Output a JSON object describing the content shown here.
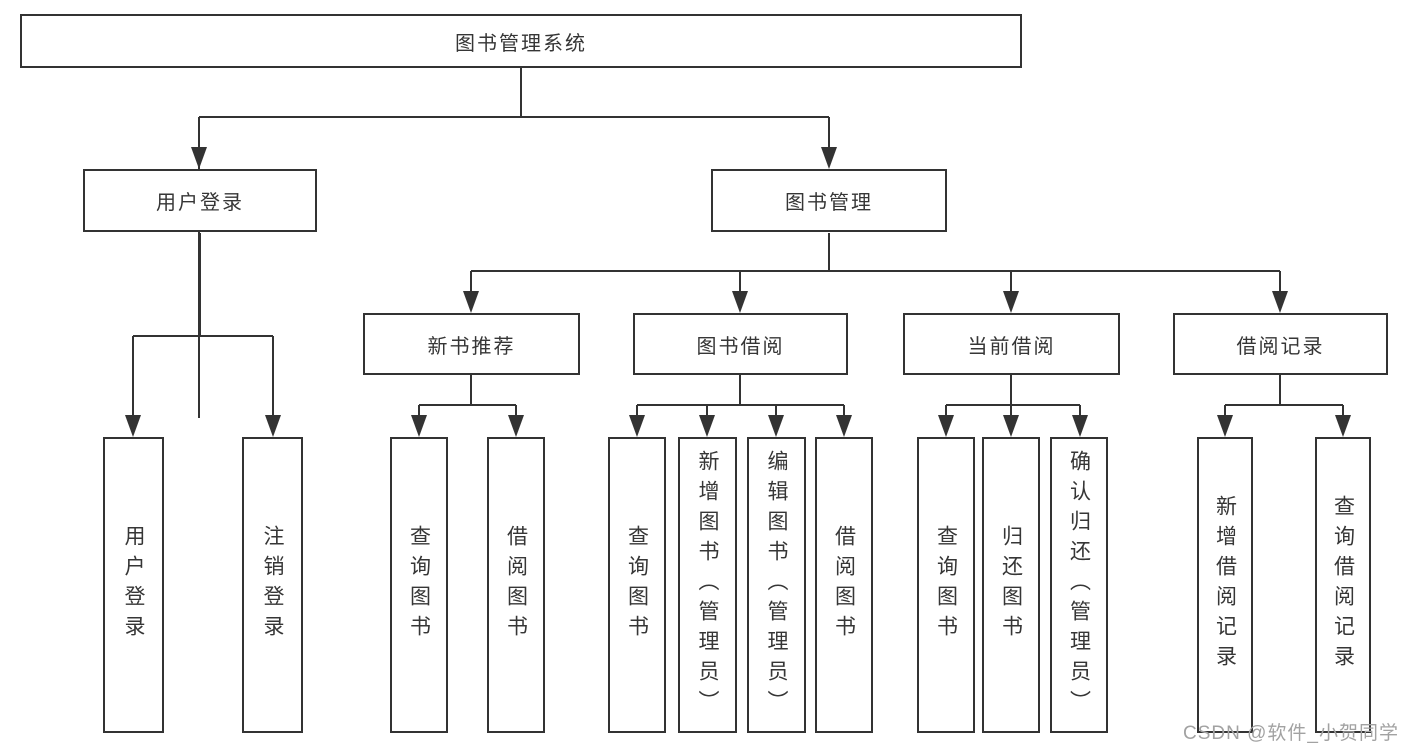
{
  "colors": {
    "line": "#333333",
    "box_border": "#333333",
    "text": "#363636",
    "watermark": "#a2a2a2",
    "background": "#ffffff"
  },
  "tree": {
    "label": "图书管理系统",
    "children": [
      {
        "label": "用户登录",
        "children": [
          {
            "label": "用户登录"
          },
          {
            "label": "注销登录"
          }
        ]
      },
      {
        "label": "图书管理",
        "children": [
          {
            "label": "新书推荐",
            "children": [
              {
                "label": "查询图书"
              },
              {
                "label": "借阅图书"
              }
            ]
          },
          {
            "label": "图书借阅",
            "children": [
              {
                "label": "查询图书"
              },
              {
                "label": "新增图书（管理员）"
              },
              {
                "label": "编辑图书（管理员）"
              },
              {
                "label": "借阅图书"
              }
            ]
          },
          {
            "label": "当前借阅",
            "children": [
              {
                "label": "查询图书"
              },
              {
                "label": "归还图书"
              },
              {
                "label": "确认归还（管理员）"
              }
            ]
          },
          {
            "label": "借阅记录",
            "children": [
              {
                "label": "新增借阅记录"
              },
              {
                "label": "查询借阅记录"
              }
            ]
          }
        ]
      }
    ]
  },
  "watermark": {
    "text": "CSDN @软件_小贺同学"
  }
}
